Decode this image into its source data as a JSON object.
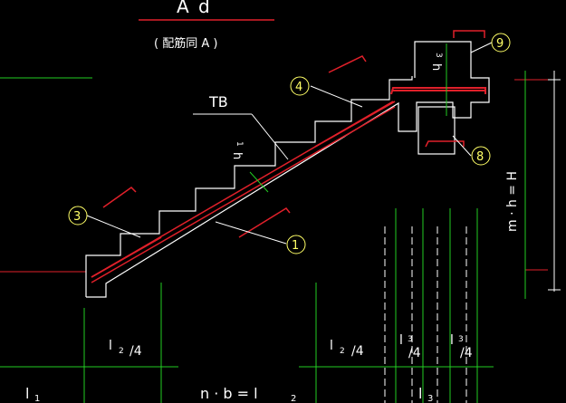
{
  "title": "A d",
  "subtitle": "( 配筋同   A )",
  "labels": {
    "tb": "TB",
    "h_stair": "h",
    "h_stair_sub": "1",
    "h_landing": "h",
    "h_landing_sub": "3",
    "height_eq": "m · h = H",
    "l2_quarter": "l",
    "l2_sub": "2",
    "l3_sub": "3",
    "div_four": "/4",
    "n_b_eq": "n · b = l",
    "l1": "l",
    "l1_sub": "1",
    "l3": "l"
  },
  "markers": [
    {
      "id": "rebar-1",
      "text": "1"
    },
    {
      "id": "rebar-3",
      "text": "3"
    },
    {
      "id": "rebar-4",
      "text": "4"
    },
    {
      "id": "rebar-8",
      "text": "8"
    },
    {
      "id": "rebar-9",
      "text": "9"
    }
  ],
  "colors": {
    "background": "#000000",
    "concrete": "#ffffff",
    "rebar": "#e0202a",
    "dimension": "#22cc22",
    "text": "#ffffff",
    "marker": "#ffff66"
  }
}
